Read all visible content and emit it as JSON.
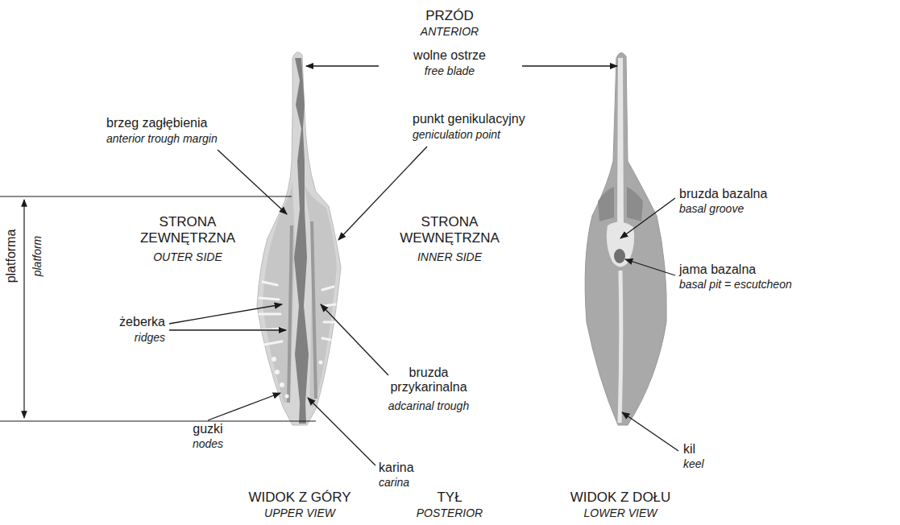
{
  "diagram": {
    "labels": [
      "PRZÓD",
      "ANTERIOR",
      "wolne ostrze",
      "free blade",
      "brzeg zagłębienia",
      "anterior trough margin",
      "punkt genikulacyjny",
      "geniculation point",
      "STRONA ZEWNĘTRZNA",
      "OUTER SIDE",
      "STRONA WEWNĘTRZNA",
      "INNER SIDE",
      "platforma",
      "platform",
      "żeberka",
      "ridges",
      "guzki",
      "nodes",
      "bruzda przykarinalna",
      "adcarinal trough",
      "karina",
      "carina",
      "bruzda bazalna",
      "basal groove",
      "jama bazalna",
      "basal pit = escutcheon",
      "kil",
      "keel",
      "WIDOK Z GÓRY",
      "UPPER VIEW",
      "TYŁ",
      "POSTERIOR",
      "WIDOK Z DOŁU",
      "LOWER VIEW"
    ]
  }
}
